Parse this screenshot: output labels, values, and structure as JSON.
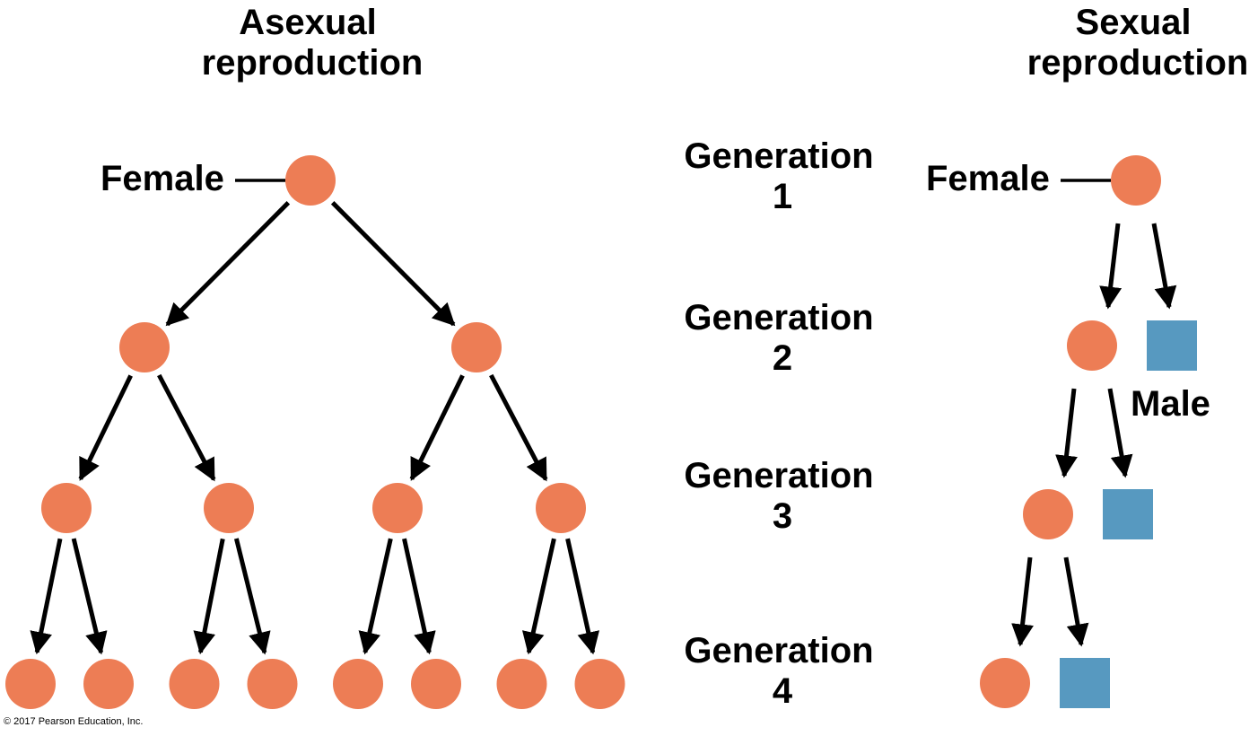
{
  "asexual": {
    "title_line1": "Asexual",
    "title_line2": "reproduction",
    "female_label": "Female"
  },
  "sexual": {
    "title_line1": "Sexual",
    "title_line2": "reproduction",
    "female_label": "Female",
    "male_label": "Male"
  },
  "generations": [
    {
      "word": "Generation",
      "number": "1"
    },
    {
      "word": "Generation",
      "number": "2"
    },
    {
      "word": "Generation",
      "number": "3"
    },
    {
      "word": "Generation",
      "number": "4"
    }
  ],
  "asexual_counts": [
    1,
    2,
    4,
    8
  ],
  "sexual_rows": [
    [
      "female"
    ],
    [
      "female",
      "male"
    ],
    [
      "female",
      "male"
    ],
    [
      "female",
      "male"
    ]
  ],
  "copyright": "© 2017 Pearson Education, Inc.",
  "colors": {
    "female": "#ED7D55",
    "male": "#5799C0"
  }
}
